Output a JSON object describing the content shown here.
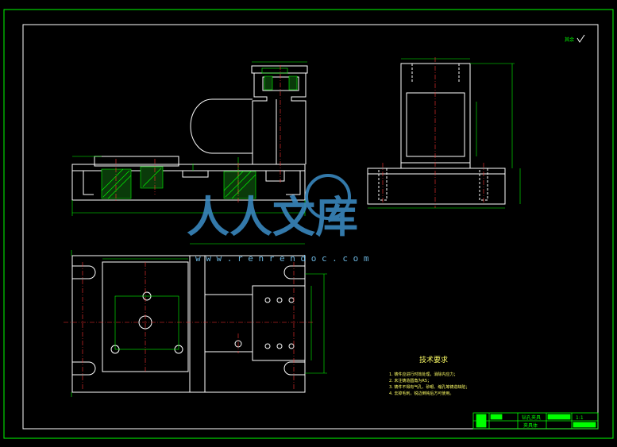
{
  "drawing": {
    "tech_req_title": "技术要求",
    "tech_req_items": [
      "1. 铸件应进行时效处理，消除内应力；",
      "2. 未注铸造圆角为R5；",
      "3. 铸件不得有气孔、砂眼、缩孔等铸造缺陷；",
      "4. 去掉毛刺，锐边倒钝后方可使用。"
    ],
    "roughness_note": "其余",
    "title_block": {
      "name": "钻孔夹具",
      "name2": "夹具体",
      "sheet": "1:1"
    },
    "watermark": {
      "cn_text": "人人文库",
      "url": "w w w . r e n r e n d o c . c o m"
    },
    "colors": {
      "background": "#000000",
      "outline": "#ffffff",
      "dimension": "#00ff00",
      "centerline": "#ff3333",
      "hatch": "#00ff00",
      "frame": "#00ff00",
      "watermark": "#3d8fc8"
    }
  }
}
